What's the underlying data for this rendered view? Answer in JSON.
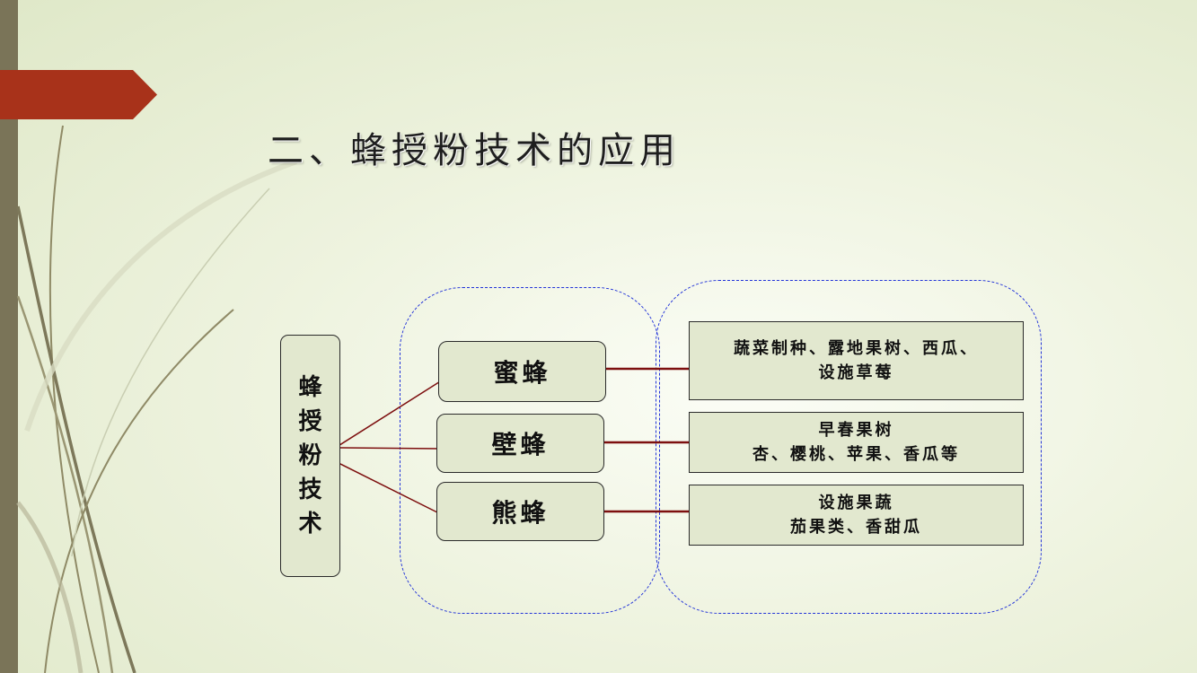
{
  "slide": {
    "title": "二、蜂授粉技术的应用",
    "colors": {
      "accent_red": "#a8321a",
      "line_red": "#7d0f0f",
      "dashed_blue": "#2233d8",
      "box_fill": "#e2e8cf"
    }
  },
  "diagram": {
    "root": {
      "chars": [
        "蜂",
        "授",
        "粉",
        "技",
        "术"
      ]
    },
    "bees": [
      {
        "label": "蜜蜂"
      },
      {
        "label": "壁蜂"
      },
      {
        "label": "熊蜂"
      }
    ],
    "applications": [
      {
        "line1": "蔬菜制种、露地果树、西瓜、",
        "line2": "设施草莓"
      },
      {
        "line1": "早春果树",
        "line2": "杏、樱桃、苹果、香瓜等"
      },
      {
        "line1": "设施果蔬",
        "line2": "茄果类、香甜瓜"
      }
    ]
  }
}
